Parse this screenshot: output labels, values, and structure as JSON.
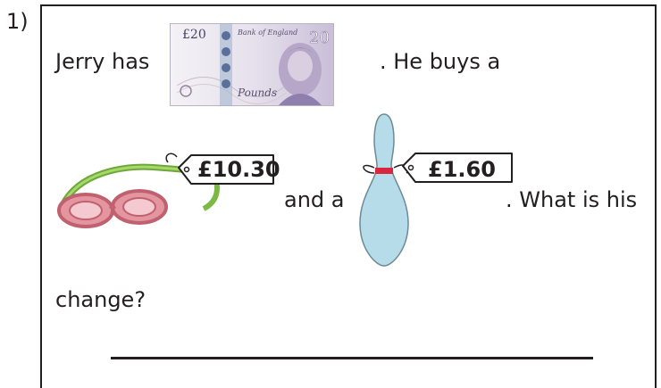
{
  "question": {
    "number": "1)",
    "line1_start": "Jerry has",
    "line1_end": ". He buys a",
    "line2_mid": "and a",
    "line2_end": ". What is his",
    "line3": "change?"
  },
  "banknote": {
    "denomination": "£20",
    "corner_value": "20",
    "header": "Bank of England",
    "word": "Pounds",
    "colors": {
      "main": "#7e6b9a",
      "accent": "#8fa0c0",
      "paper": "#e9e6ef"
    }
  },
  "items": [
    {
      "name": "goggles",
      "price": "£10.30",
      "colors": {
        "lens": "#e5959f",
        "strap": "#8cc63f"
      }
    },
    {
      "name": "bowling-pin",
      "price": "£1.60",
      "colors": {
        "body": "#b7dce9",
        "stripe": "#d7263d"
      }
    }
  ],
  "answer_line": true
}
